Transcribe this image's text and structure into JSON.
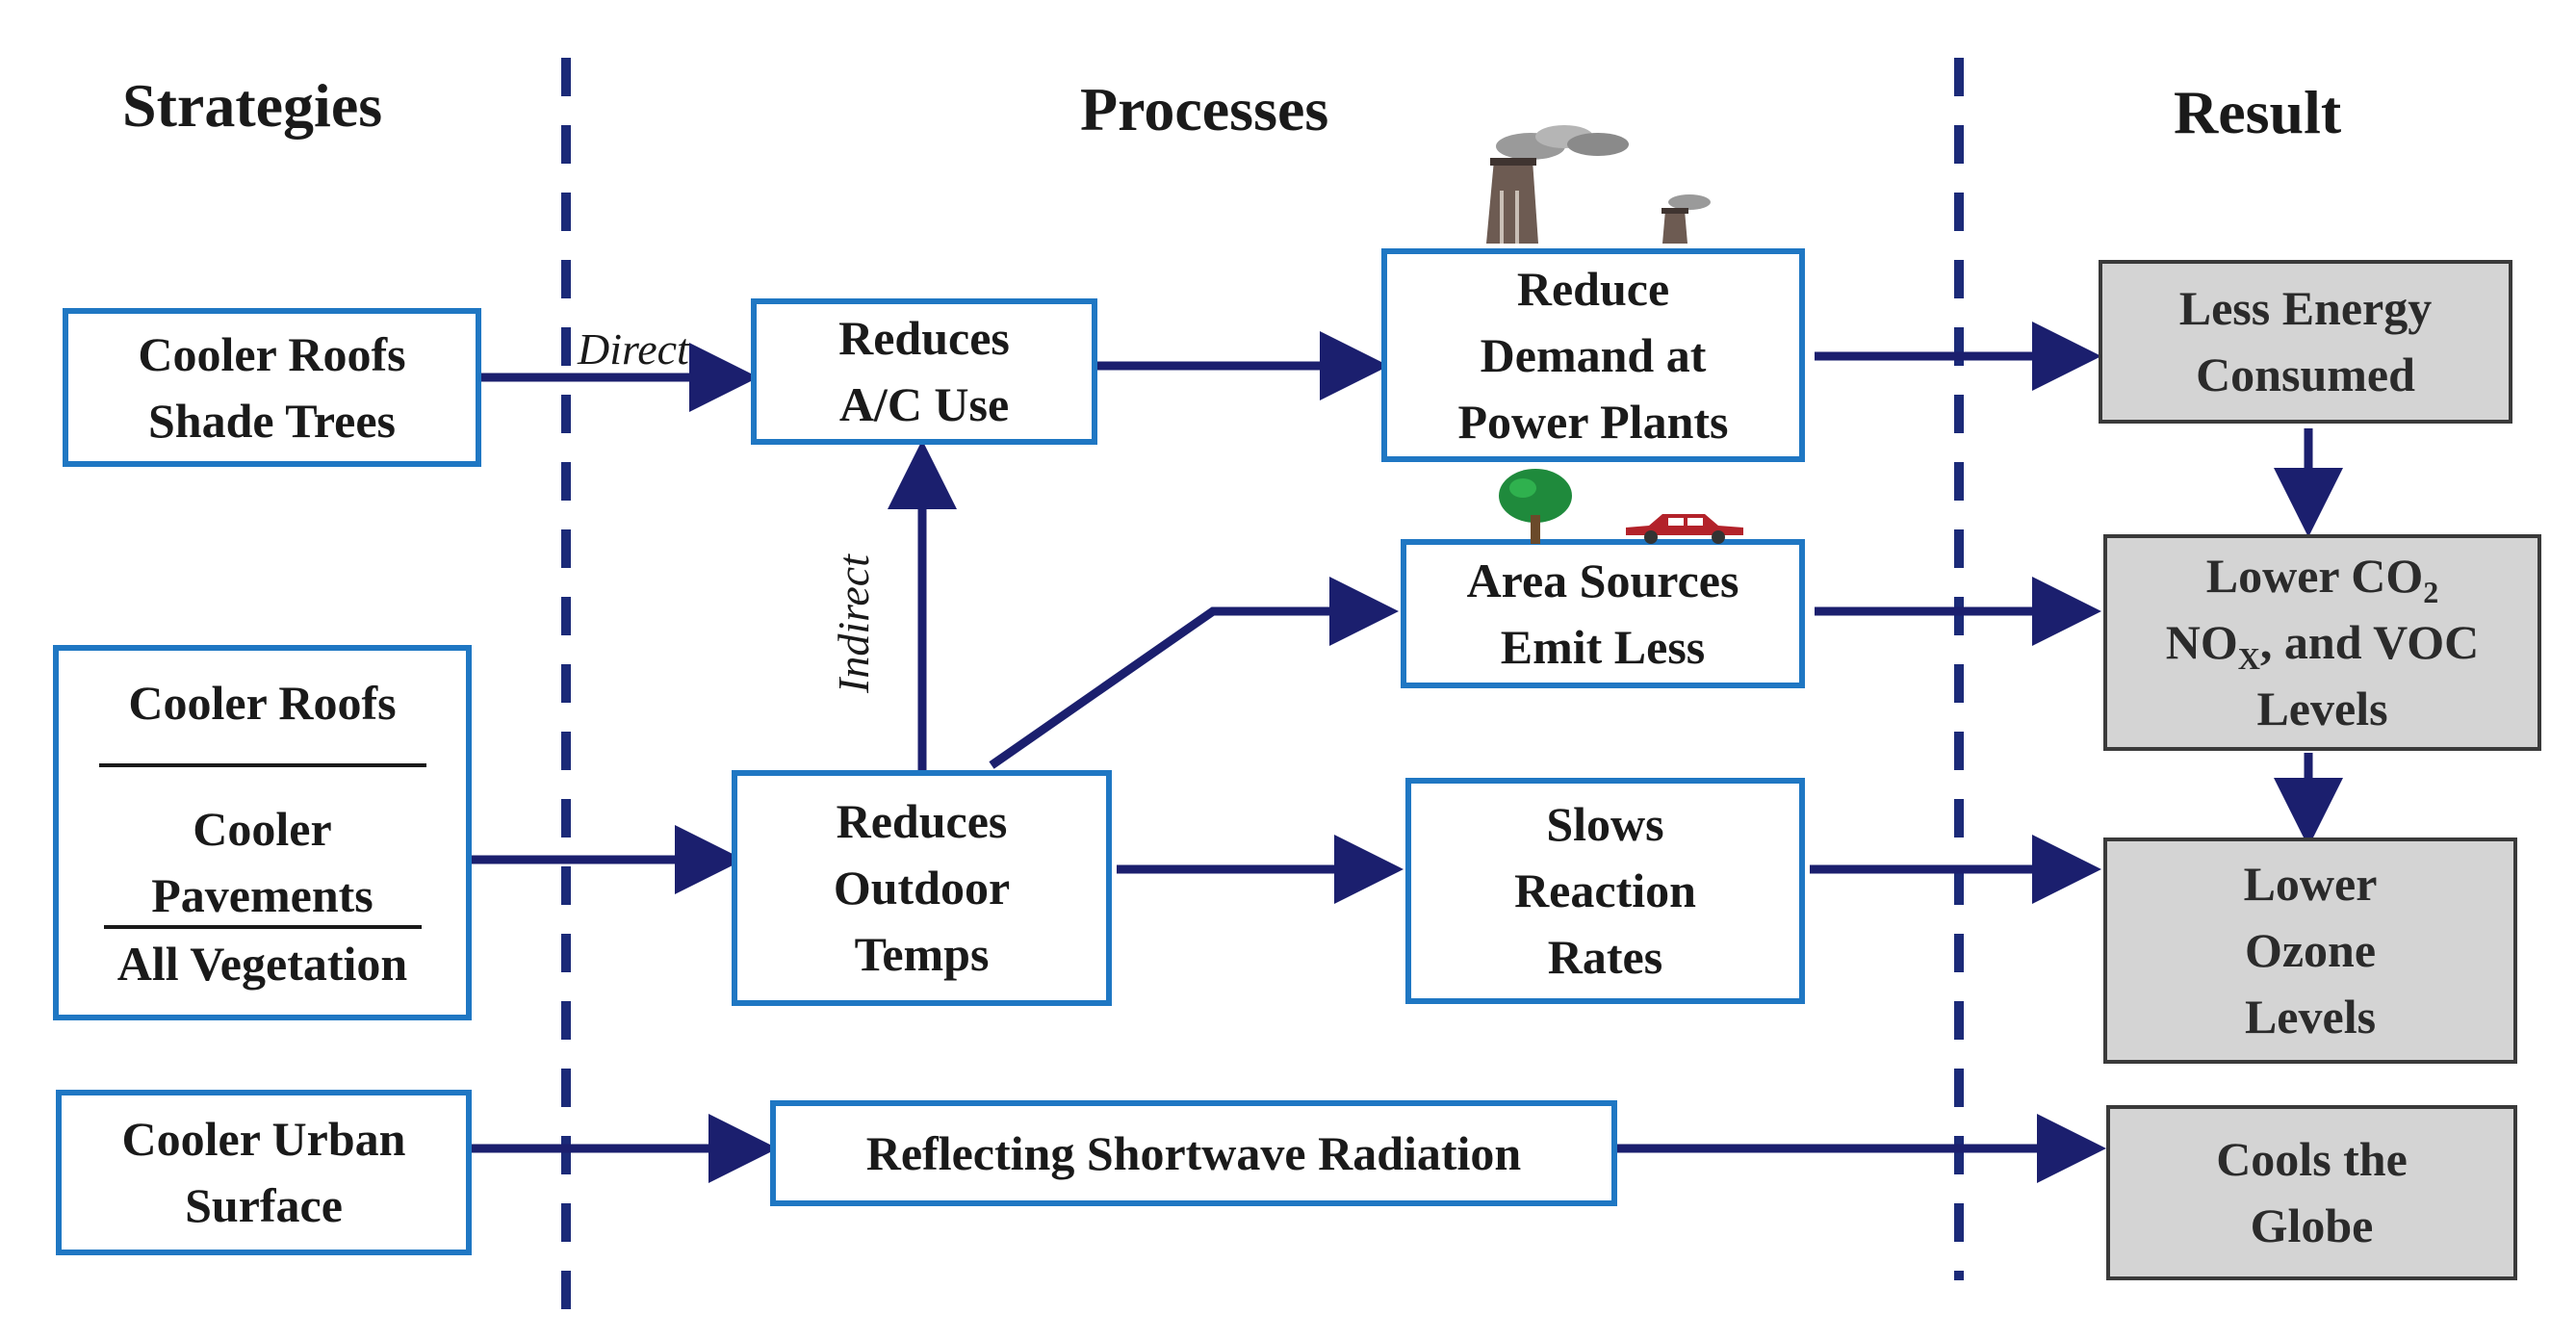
{
  "headers": {
    "strategies": "Strategies",
    "processes": "Processes",
    "result": "Result"
  },
  "strategies": {
    "roofs_trees": [
      "Cooler Roofs",
      "Shade Trees"
    ],
    "roofs_pavements_vegetation": [
      "Cooler Roofs",
      "Cooler",
      "Pavements",
      "All Vegetation"
    ],
    "urban_surface": [
      "Cooler Urban",
      "Surface"
    ]
  },
  "processes": {
    "reduces_ac": [
      "Reduces",
      "A/C Use"
    ],
    "reduce_demand": [
      "Reduce",
      "Demand at",
      "Power Plants"
    ],
    "area_sources": [
      "Area Sources",
      "Emit Less"
    ],
    "reduces_temps": [
      "Reduces",
      "Outdoor",
      "Temps"
    ],
    "slows_rates": [
      "Slows",
      "Reaction",
      "Rates"
    ],
    "reflecting": [
      "Reflecting Shortwave Radiation"
    ]
  },
  "results": {
    "less_energy": [
      "Less Energy",
      "Consumed"
    ],
    "lower_emissions": {
      "line1_prefix": "Lower CO",
      "line1_sub": "2",
      "line2_prefix": "NO",
      "line2_sub": "X",
      "line2_suffix": ", and VOC",
      "line3": "Levels"
    },
    "lower_ozone": [
      "Lower",
      "Ozone",
      "Levels"
    ],
    "cools_globe": [
      "Cools the",
      "Globe"
    ]
  },
  "arrow_labels": {
    "direct": "Direct",
    "indirect": "Indirect"
  },
  "colors": {
    "arrow": "#1b1f6e",
    "divider": "#1b2a78",
    "box_border": "#1f77c3",
    "result_fill": "#d4d4d4"
  },
  "icons": [
    "factory-smokestack-icon",
    "tree-icon",
    "car-icon"
  ]
}
